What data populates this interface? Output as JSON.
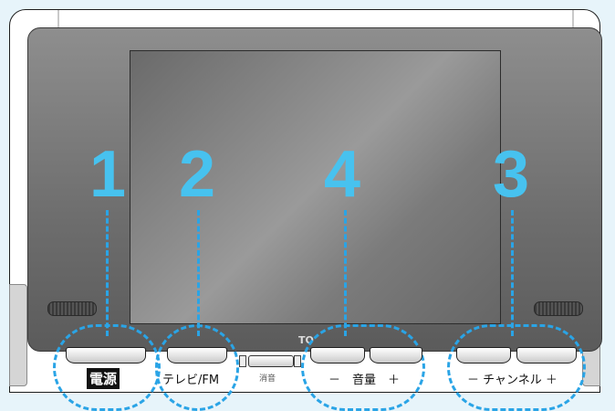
{
  "buttons": {
    "power_label": "電源",
    "tvfm_label": "テレビ/FM",
    "volume_label": "－　音量　＋",
    "channel_label": "－ チャンネル ＋",
    "mute_label": "消音"
  },
  "callouts": {
    "n1": "1",
    "n2": "2",
    "n3": "3",
    "n4": "4"
  },
  "colors": {
    "callout": "#47c2ef",
    "dash": "#2aa4e6"
  }
}
